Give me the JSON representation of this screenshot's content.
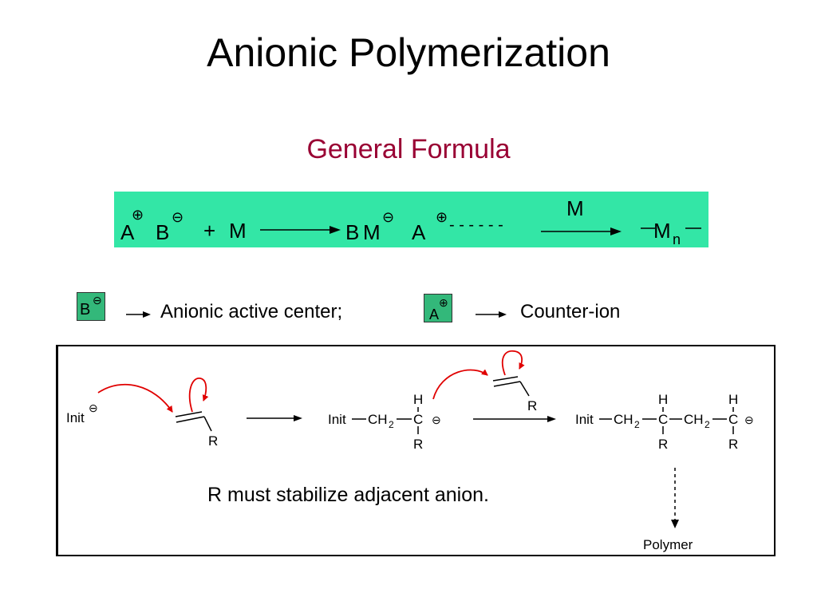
{
  "title": "Anionic Polymerization",
  "subtitle": "General Formula",
  "colors": {
    "title": "#000000",
    "subtitle": "#990033",
    "banner": "#33E6A6",
    "legend_box": "#33B87A",
    "arrow_red": "#E00000"
  },
  "formula": {
    "a": "A",
    "b": "B",
    "plus_sign": "⊕",
    "minus_sign": "⊖",
    "plus": "+",
    "m": "M",
    "product_b": "B",
    "product_m": "M",
    "product_a": "A",
    "dashes": "- - - - - -",
    "arrow_label": "M",
    "chain_m": "M",
    "chain_n": "n"
  },
  "legend": {
    "anion_letter": "B",
    "anion_sign": "⊖",
    "anion_text": "Anionic active center;",
    "cation_letter": "A",
    "cation_sign": "⊕",
    "cation_text": "Counter-ion"
  },
  "mechanism": {
    "init": "Init",
    "minus": "⊖",
    "r": "R",
    "h": "H",
    "c": "C",
    "ch2": "CH",
    "sub2": "2",
    "note": "R must stabilize adjacent anion.",
    "polymer": "Polymer"
  }
}
